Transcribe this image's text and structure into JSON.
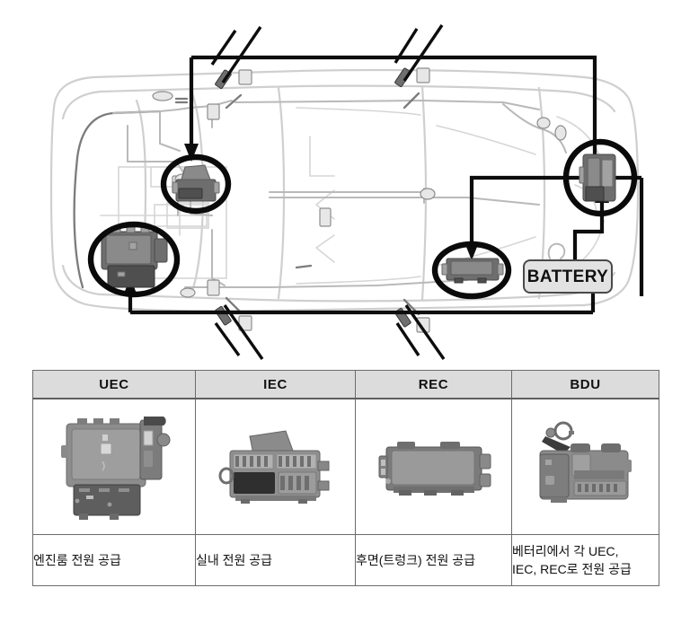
{
  "diagram": {
    "name": "vehicle-power-distribution-diagram",
    "battery_label": "BATTERY",
    "callouts": [
      {
        "id": "uec",
        "label": "UEC",
        "position": "front-left engine bay"
      },
      {
        "id": "iec",
        "label": "IEC",
        "position": "cabin / instrument panel"
      },
      {
        "id": "rec",
        "label": "REC",
        "position": "rear / trunk"
      },
      {
        "id": "bdu",
        "label": "BDU",
        "position": "rear right, at battery"
      }
    ],
    "colors": {
      "route_line": "#0d0d0d",
      "car_outline": "#cfcfcf",
      "harness": "#b9b9b9",
      "highlight_ring": "#0a0a0a",
      "battery_fill": "#e2e2e2"
    }
  },
  "legend_table": {
    "headers": [
      "UEC",
      "IEC",
      "REC",
      "BDU"
    ],
    "captions": [
      [
        "엔진룸 전원 공급"
      ],
      [
        "실내 전원 공급"
      ],
      [
        "후면(트렁크) 전원 공급"
      ],
      [
        "베터리에서 각 UEC,",
        "IEC, REC로 전원 공급"
      ]
    ],
    "image_alts": [
      "uec-fuse-box-photo",
      "iec-junction-box-photo",
      "rec-relay-box-photo",
      "bdu-battery-distribution-unit-photo"
    ]
  }
}
